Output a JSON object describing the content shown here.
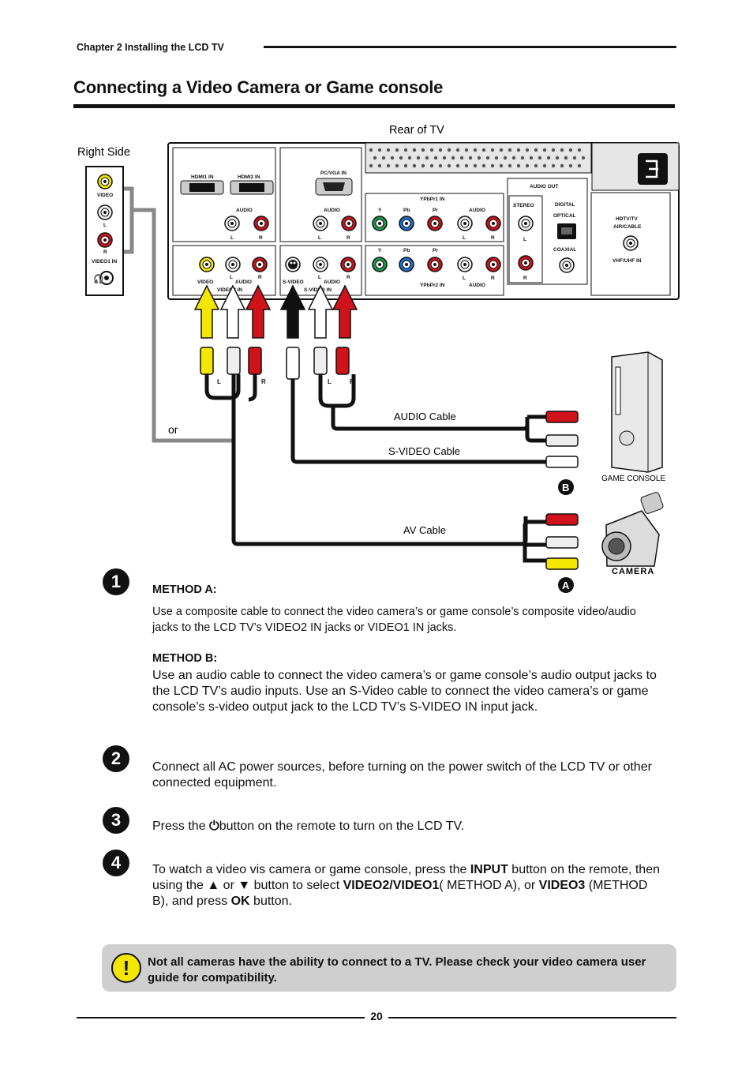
{
  "header": {
    "chapter": "Chapter 2 Installing the LCD TV",
    "title": "Connecting a Video Camera or Game console"
  },
  "diagram": {
    "rear_label": "Rear of TV",
    "right_side_label": "Right Side",
    "or_label": "or",
    "audio_cable": "AUDIO Cable",
    "svideo_cable": "S-VIDEO Cable",
    "av_cable": "AV Cable",
    "game_console": "GAME CONSOLE",
    "camera": "CAMERA",
    "marker_b": "B",
    "marker_a": "A",
    "panel": {
      "hdmi1": "HDMI1 IN",
      "hdmi2": "HDMI2 IN",
      "pcvga": "PC/VGA IN",
      "audio": "AUDIO",
      "l": "L",
      "r": "R",
      "ypbpr1": "YPbPr1 IN",
      "ypbpr2": "YPbPr2 IN",
      "y": "Y",
      "pb": "Pb",
      "pr": "Pr",
      "audio_out": "AUDIO OUT",
      "stereo": "STEREO",
      "digital": "DIGITAL",
      "optical": "OPTICAL",
      "coaxial": "COAXIAL",
      "hdtv1": "HDTV/TV",
      "hdtv2": "AIR/CABLE",
      "vhf": "VHF/UHF IN",
      "video": "VIDEO",
      "video2_in": "VIDEO2 IN",
      "svideo": "S-VIDEO",
      "svideo_in": "S-VIDEO IN",
      "video1_in": "VIDEO1 IN"
    }
  },
  "steps": [
    {
      "num": "1"
    },
    {
      "num": "2"
    },
    {
      "num": "3"
    },
    {
      "num": "4"
    }
  ],
  "methodA": {
    "heading": "METHOD A:",
    "text": "Use a composite cable to connect the video camera’s or game console’s composite video/audio jacks to the LCD TV’s VIDEO2 IN jacks or VIDEO1 IN jacks."
  },
  "methodB": {
    "heading": "METHOD B:",
    "text": "Use an audio cable to connect the video camera’s or game console’s audio output jacks to the LCD TV’s audio inputs. Use an S-Video cable to connect the video camera’s or game console’s s-video output jack to the LCD TV’s S-VIDEO IN input jack."
  },
  "step2": "Connect all AC power sources, before turning on the power switch of the LCD TV or other connected equipment.",
  "step3": {
    "pre": "Press the",
    "post": "button on the remote to turn on the LCD TV."
  },
  "step4": {
    "t1": "To watch a video vis camera or game console, press the ",
    "b1": "INPUT",
    "t2": " button on the remote, then using the ▲ or ▼ button to select ",
    "b2": "VIDEO2/VIDEO1",
    "t3": "( METHOD A), or ",
    "b3": "VIDEO3",
    "t4": " (METHOD B), and press ",
    "b4": "OK",
    "t5": " button."
  },
  "note": {
    "icon": "!",
    "text": "Not all cameras have the ability to connect to a TV. Please check your video camera user guide for compatibility."
  },
  "footer": {
    "page": "20"
  },
  "colors": {
    "yellow": "#f3e600",
    "red": "#d0121b",
    "green": "#1a9a4a",
    "blue": "#1f6fd0",
    "note_bg": "#cfcfcf"
  }
}
